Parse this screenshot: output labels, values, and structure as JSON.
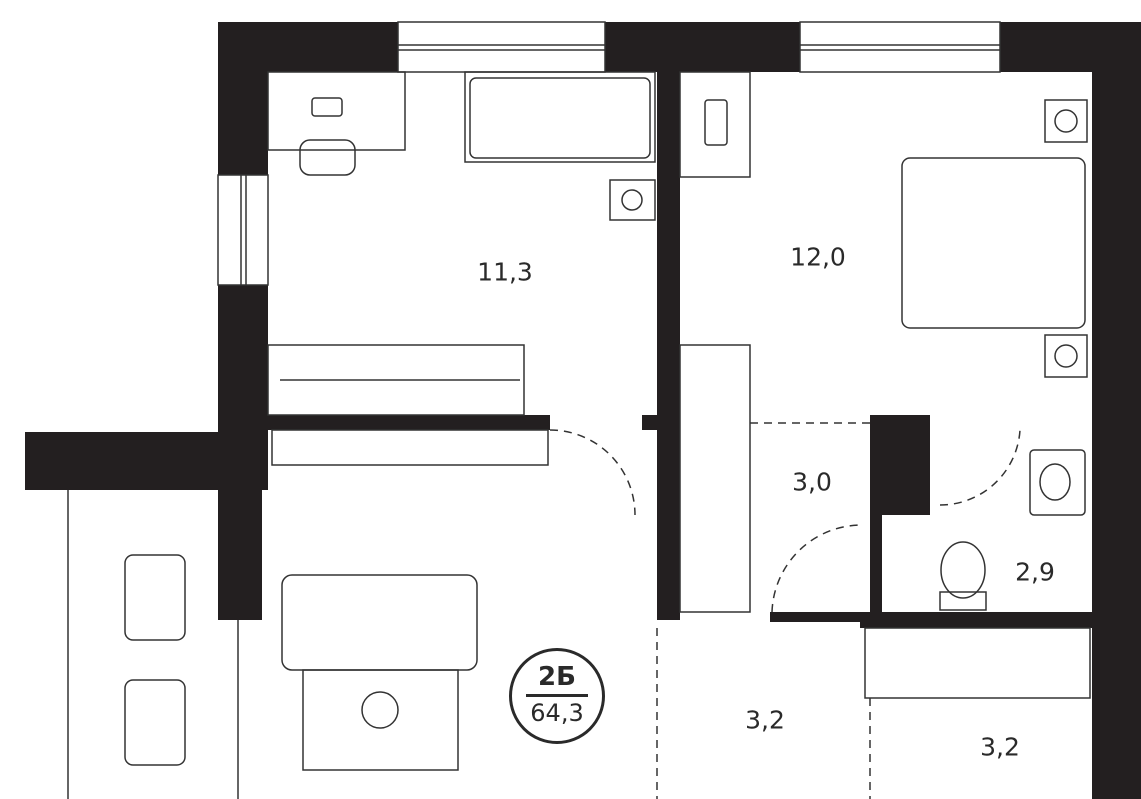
{
  "plan": {
    "wall_color": "#231f20",
    "rooms": [
      {
        "id": "room-1",
        "area": "11,3"
      },
      {
        "id": "room-2",
        "area": "12,0"
      },
      {
        "id": "hall",
        "area": "3,0"
      },
      {
        "id": "bathroom",
        "area": "2,9"
      },
      {
        "id": "corridor",
        "area": "3,2"
      },
      {
        "id": "balcony",
        "area": "3,2"
      }
    ],
    "badge": {
      "type": "2Б",
      "total_area": "64,3"
    }
  }
}
